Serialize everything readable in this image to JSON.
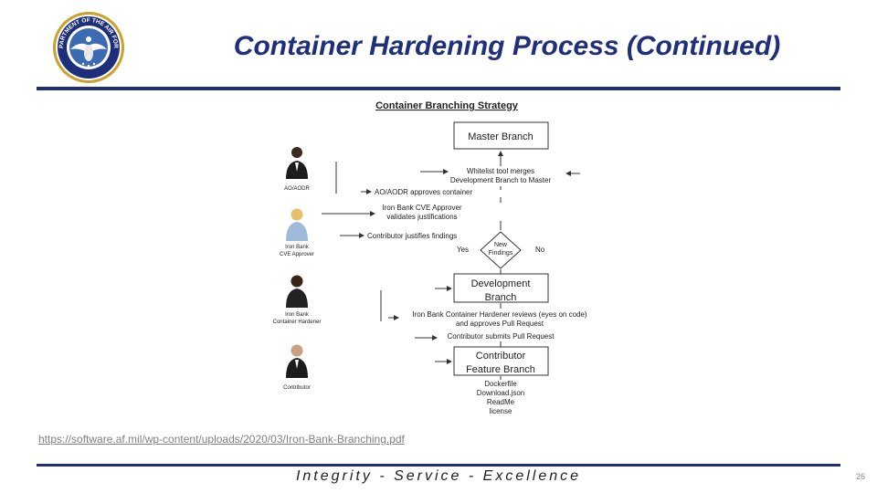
{
  "header": {
    "title": "Container Hardening Process (Continued)"
  },
  "seal": {
    "ring_text": "DEPARTMENT OF THE AIR FORCE"
  },
  "diagram": {
    "heading": "Container Branching Strategy",
    "boxes": {
      "master": "Master Branch",
      "development_line1": "Development",
      "development_line2": "Branch",
      "feature_line1": "Contributor",
      "feature_line2": "Feature Branch"
    },
    "decision": {
      "line1": "New",
      "line2": "Findings",
      "yes": "Yes",
      "no": "No"
    },
    "steps": {
      "whitelist_line1": "Whitelist tool merges",
      "whitelist_line2": "Development Branch to Master",
      "ao_approves": "AO/AODR approves container",
      "cve_line1": "Iron Bank CVE Approver",
      "cve_line2": "validates justifications",
      "justifies": "Contributor justifies findings",
      "review_line1": "Iron Bank Container Hardener reviews (eyes on code)",
      "review_line2": "and approves Pull Request",
      "submits": "Contributor submits Pull Request"
    },
    "roles": {
      "ao": "AO/AODR",
      "cve_line1": "Iron Bank",
      "cve_line2": "CVE Approver",
      "hardener_line1": "Iron Bank",
      "hardener_line2": "Container Hardener",
      "contributor": "Contributor"
    },
    "files": [
      "Dockerfile",
      "Download.json",
      "ReadMe",
      "license"
    ]
  },
  "footer": {
    "link": "https://software.af.mil/wp-content/uploads/2020/03/Iron-Bank-Branching.pdf",
    "motto": "Integrity - Service - Excellence",
    "page_number": "26"
  },
  "colors": {
    "title_blue": "#1f2f7a",
    "rule_blue": "#1f2f7a",
    "seal_gold": "#c9a227"
  }
}
